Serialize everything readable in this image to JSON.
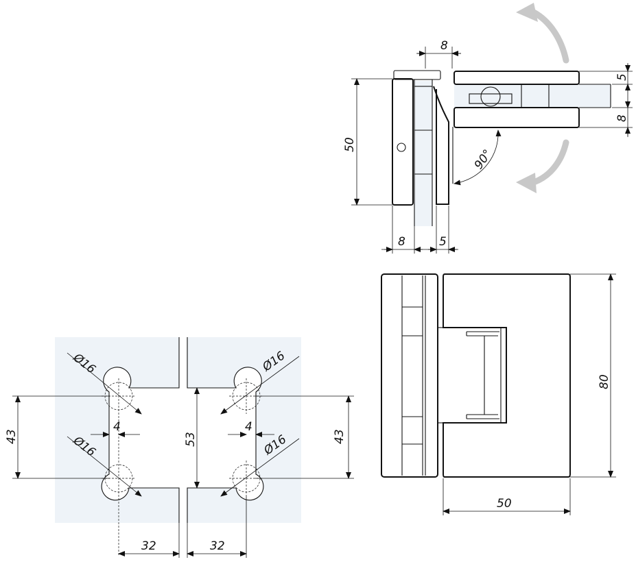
{
  "dimensions": {
    "top_width_left": "8",
    "top_right_top": "5",
    "top_right_bottom": "8",
    "top_height": "50",
    "top_bottom_left": "8",
    "top_bottom_right": "5",
    "angle": "90°",
    "front_height": "80",
    "front_width": "50",
    "hole_left_top": "Ø16",
    "hole_left_bottom": "Ø16",
    "hole_right_top": "Ø16",
    "hole_right_bottom": "Ø16",
    "offset_left": "4",
    "offset_right": "4",
    "cutout_height": "53",
    "hole_span_left": "43",
    "hole_span_right": "43",
    "edge_left": "32",
    "edge_right": "32"
  },
  "colors": {
    "glass": "#eef3f8",
    "rotation_arrow": "#c8c8c8",
    "line": "#111111"
  }
}
